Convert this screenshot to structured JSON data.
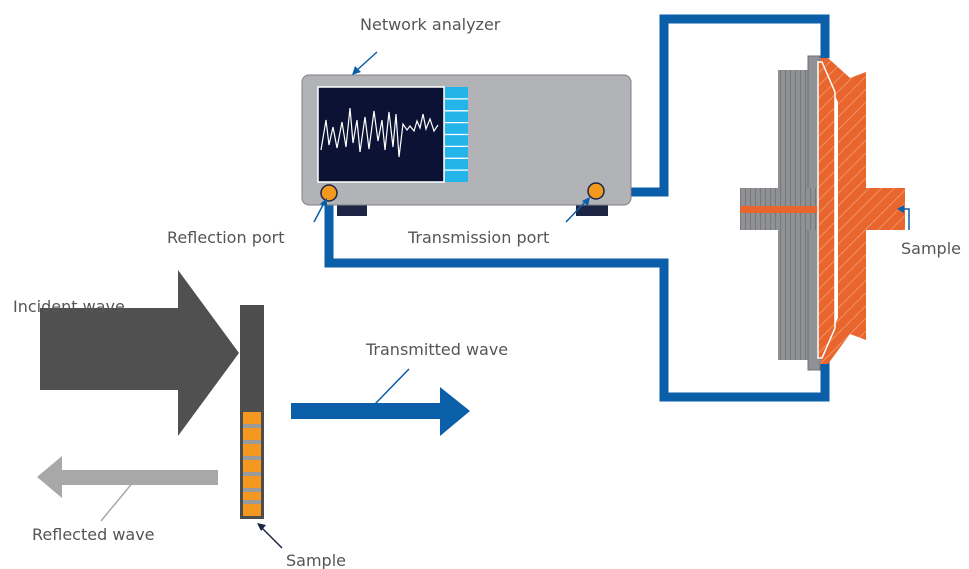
{
  "labels": {
    "network_analyzer": "Network analyzer",
    "reflection_port": "Reflection port",
    "transmission_port": "Transmission port",
    "sample_right": "Sample",
    "incident_wave": "Incident wave",
    "transmitted_wave": "Transmitted wave",
    "reflected_wave": "Reflected wave",
    "sample_bottom": "Sample"
  },
  "colors": {
    "cable_blue": "#0b5ea8",
    "analyzer_gray": "#b1b3b6",
    "screen_navy": "#0c1233",
    "screen_buttons": "#23b4ea",
    "port_orange": "#f39a1e",
    "sample_orange": "#e8662e",
    "incident_dark": "#505050",
    "reflected_light": "#a8a8a8",
    "text": "#555555"
  }
}
